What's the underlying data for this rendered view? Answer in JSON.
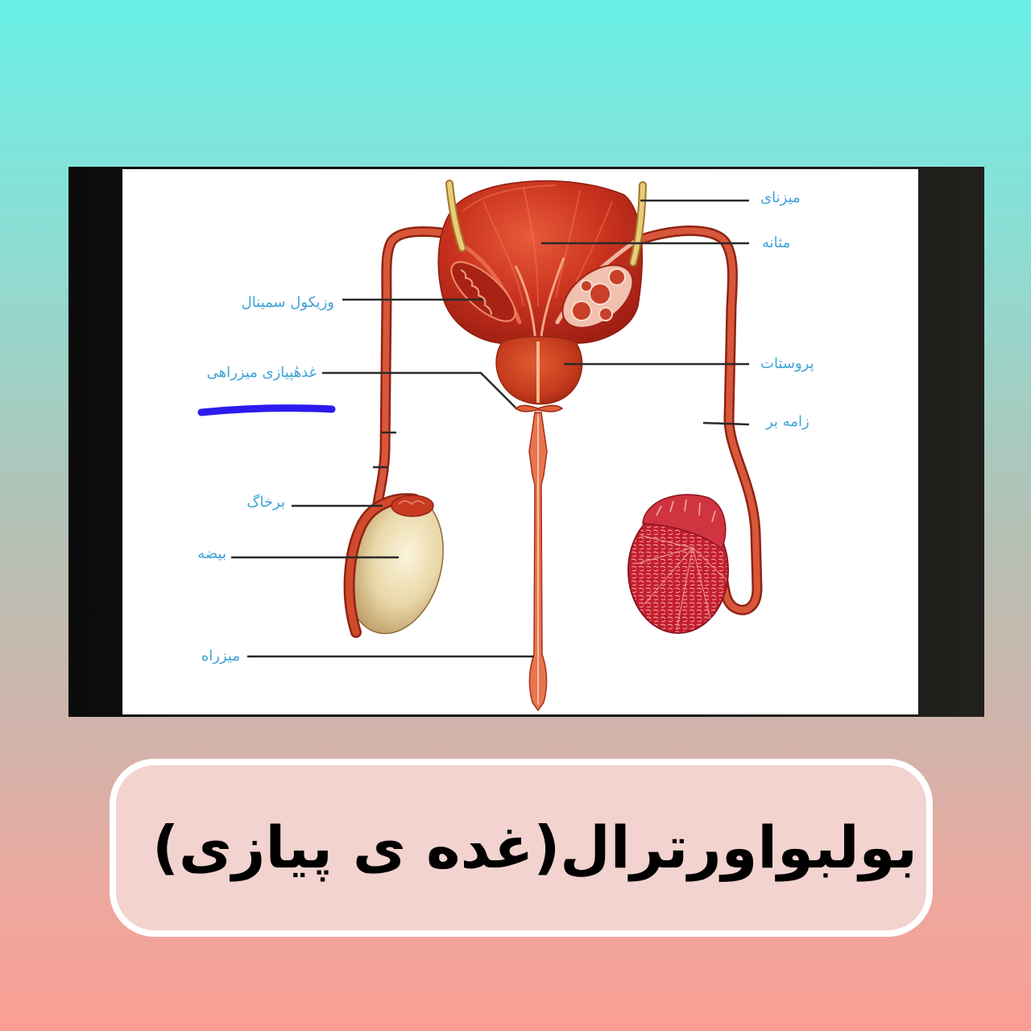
{
  "diagram": {
    "labels": {
      "ureter": "میزنای",
      "bladder": "مثانه",
      "seminal_vesicle": "وزیکول سمینال",
      "bulbourethral_gland": "غدهٔپیازی میزراهی",
      "prostate": "پروستات",
      "vas_deferens": "زامه بر",
      "epididymis": "برخاگ",
      "testis": "بیضه",
      "urethra": "میزراه"
    }
  },
  "caption": {
    "text": "بولبواورترال(غده ی پیازی)"
  },
  "colors": {
    "background_top": "#68EFE6",
    "background_mid": "#B3C2B6",
    "background_bottom": "#FA9E94",
    "label_text": "#3FA2D6",
    "highlight_underline": "#2B1BEF",
    "caption_box": "#F2D3CF",
    "caption_border": "#FFFFFF",
    "caption_text": "#000000",
    "frame": "#141414"
  }
}
